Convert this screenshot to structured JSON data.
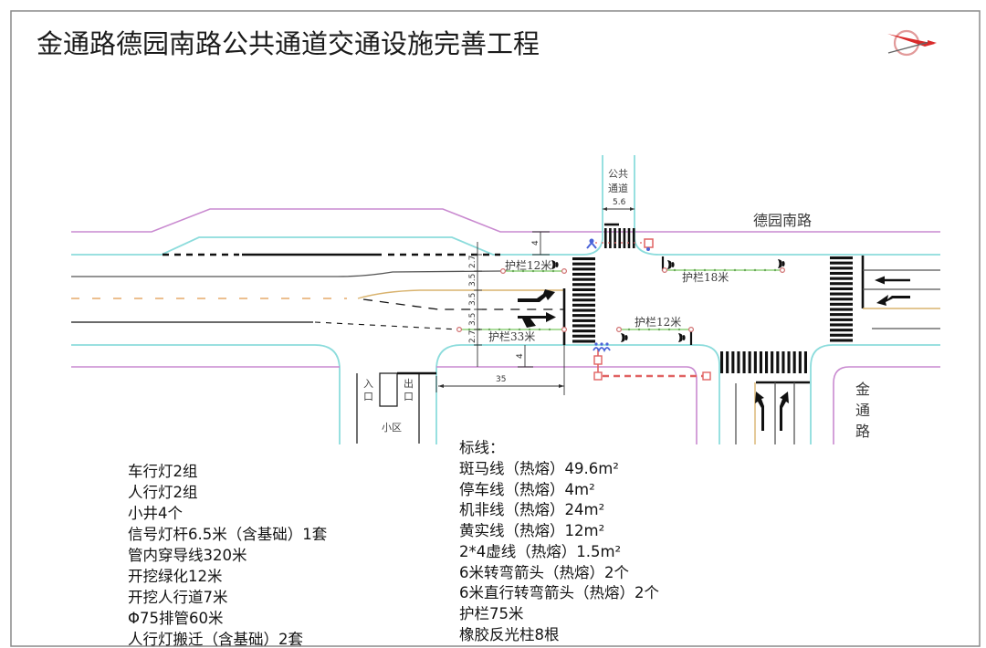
{
  "title": "金通路德园南路公共通道交通设施完善工程",
  "logo": {
    "icon": "compass-logo-icon"
  },
  "diagram": {
    "road_labels": {
      "east_west_road": "德园南路",
      "north_south_road_chars": [
        "金",
        "通",
        "路"
      ],
      "public_passage_lines": [
        "公共",
        "通道"
      ],
      "community": "小区",
      "entrance_chars": [
        "入",
        "口"
      ],
      "exit_chars": [
        "出",
        "口"
      ]
    },
    "dimensions": {
      "passage_width": "5.6",
      "north_sidewalk_width": "4",
      "south_sidewalk_width": "4",
      "approach_length": "35",
      "lane_widths": [
        "2.7",
        "3.5",
        "3.5",
        "3.5",
        "2.7"
      ]
    },
    "guardrails": [
      {
        "label": "护栏12米"
      },
      {
        "label": "护栏18米"
      },
      {
        "label": "护栏33米"
      },
      {
        "label": "护栏12米"
      }
    ],
    "icons": {
      "pedestrian_signal": "pedestrian-signal-icon",
      "vehicle_signal": "vehicle-signal-icon",
      "reflective_post": "reflective-post-icon",
      "manhole": "manhole-icon"
    },
    "colors": {
      "road_boundary": "#c98ad0",
      "curb_line": "#8cdcdc",
      "guardrail": "#8fd07a",
      "conduit": "#e06262",
      "center_line": "#e6aa6a"
    }
  },
  "quantities": [
    "车行灯2组",
    "人行灯2组",
    "小井4个",
    "信号灯杆6.5米（含基础）1套",
    "管内穿导线320米",
    "开挖绿化12米",
    "开挖人行道7米",
    "Φ75排管60米",
    "人行灯搬迁（含基础）2套"
  ],
  "markings": {
    "heading": "标线：",
    "items": [
      "斑马线（热熔）49.6m²",
      "停车线（热熔）4m²",
      "机非线（热熔）24m²",
      "黄实线（热熔）12m²",
      "2*4虚线（热熔）1.5m²",
      "6米转弯箭头（热熔）2个",
      "6米直行转弯箭头（热熔）2个",
      "护栏75米",
      "橡胶反光柱8根"
    ]
  }
}
